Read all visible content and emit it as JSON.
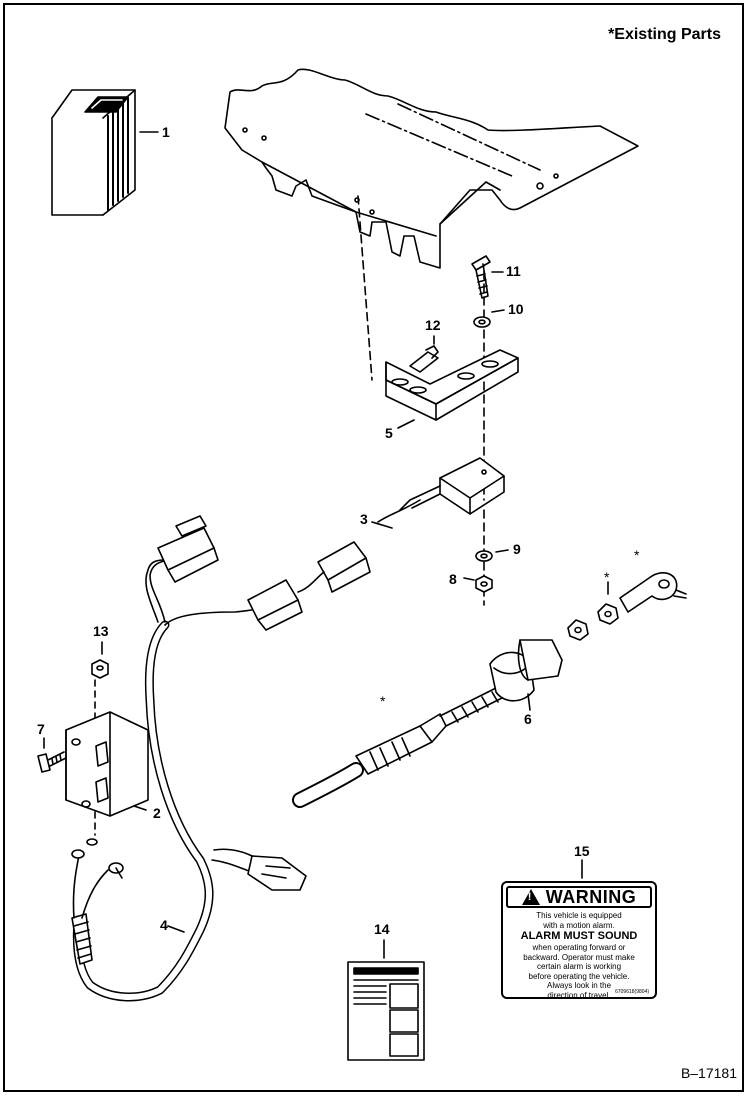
{
  "header": {
    "note": "*Existing Parts"
  },
  "footer": {
    "figure_id": "B–17181"
  },
  "callouts": {
    "c1": "1",
    "c2": "2",
    "c3": "3",
    "c4": "4",
    "c5": "5",
    "c6": "6",
    "c7": "7",
    "c8": "8",
    "c9": "9",
    "c10": "10",
    "c11": "11",
    "c12": "12",
    "c13": "13",
    "c14": "14",
    "c15": "15",
    "star": "*"
  },
  "decal": {
    "title": "WARNING",
    "line1": "This vehicle is equipped",
    "line2": "with a motion alarm.",
    "headline": "ALARM MUST SOUND",
    "line3": "when operating forward or",
    "line4": "backward.  Operator must make",
    "line5": "certain alarm is working",
    "line6": "before operating the vehicle.",
    "line7": "Always look in the",
    "line8": "direction of travel.",
    "code": "6709618(9804)"
  }
}
